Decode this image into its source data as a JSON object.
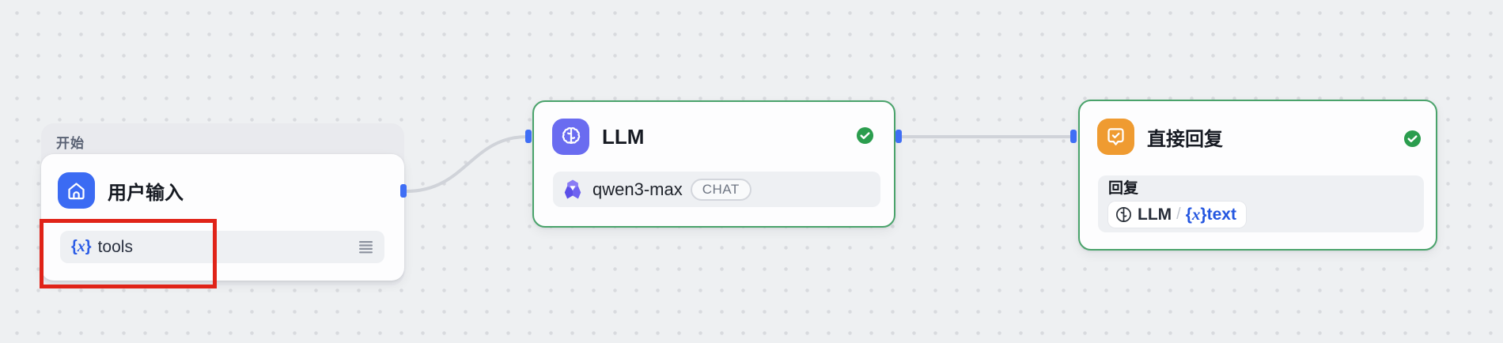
{
  "canvas": {
    "background": "#eef0f2",
    "dot_color": "#d8dade"
  },
  "colors": {
    "node_border_active": "#4aa36b",
    "success_green": "#2b9d4e",
    "handle_blue": "#3f6ef5",
    "edge_gray": "#d0d3d9",
    "variable_blue": "#2b5ce6",
    "start_icon_blue": "#3b6bf3",
    "llm_icon_indigo": "#6a6cf0",
    "reply_icon_orange": "#ef9b31",
    "annotation_red": "#e02318"
  },
  "start_node": {
    "group_label": "开始",
    "title": "用户输入",
    "variable": {
      "open": "{",
      "x": "x",
      "close": "}",
      "name": "tools"
    }
  },
  "llm_node": {
    "title": "LLM",
    "model": {
      "name": "qwen3-max",
      "badge": "CHAT"
    },
    "status": "success"
  },
  "reply_node": {
    "title": "直接回复",
    "section_label": "回复",
    "reference": {
      "node": "LLM",
      "separator": "/",
      "open": "{",
      "x": "x",
      "close": "}",
      "variable": "text"
    },
    "status": "success"
  }
}
